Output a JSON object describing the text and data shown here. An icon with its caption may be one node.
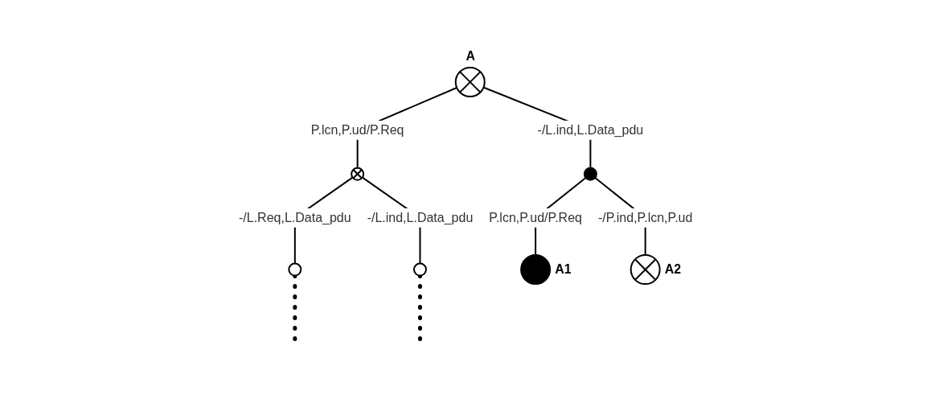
{
  "diagram": {
    "nodes": [
      {
        "text": [
          "A"
        ]
      },
      {
        "text": [],
        "shape": "circle"
      },
      {
        "text": [],
        "shape": "circle"
      },
      {
        "text": [],
        "shape": "circle"
      },
      {
        "text": [],
        "shape": "circle"
      },
      {
        "text": [
          "A1"
        ]
      },
      {
        "text": [
          "A2"
        ]
      }
    ],
    "edges": [
      {
        "from": 0,
        "to": 1,
        "arrow": "none",
        "label": "P.lcn,P.ud/P.Req"
      },
      {
        "from": 0,
        "to": 2,
        "arrow": "none",
        "label": "-/L.ind,L.Data_pdu"
      },
      {
        "from": 1,
        "to": 3,
        "arrow": "none",
        "label": "-/L.Req,L.Data_pdu"
      },
      {
        "from": 1,
        "to": 4,
        "arrow": "none",
        "label": "-/L.ind,L.Data_pdu"
      },
      {
        "from": 2,
        "to": 5,
        "arrow": "none",
        "label": "P.lcn,P.ud/P.Req"
      },
      {
        "from": 2,
        "to": 6,
        "arrow": "none",
        "label": "-/P.ind,P.lcn,P.ud"
      },
      {
        "from": 3,
        "to": null,
        "arrow": "none",
        "style": "dashed"
      },
      {
        "from": 4,
        "to": null,
        "arrow": "none",
        "style": "dashed"
      }
    ]
  }
}
